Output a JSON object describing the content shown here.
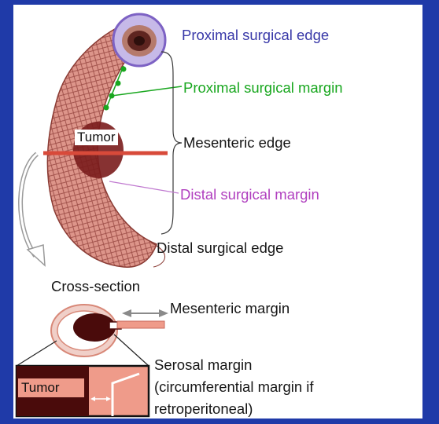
{
  "labels": {
    "proximal_edge": "Proximal surgical edge",
    "proximal_margin": "Proximal surgical margin",
    "mesenteric_edge": "Mesenteric edge",
    "tumor_main": "Tumor",
    "distal_margin": "Distal surgical margin",
    "distal_edge": "Distal surgical edge",
    "cross_section": "Cross-section",
    "mesenteric_margin": "Mesenteric margin",
    "serosal_line1": "Serosal margin",
    "serosal_line2": "(circumferential margin if",
    "serosal_line3": "retroperitoneal)",
    "tumor_inset": "Tumor"
  },
  "colors": {
    "background": "#1f3aa8",
    "panel": "#ffffff",
    "blue_label": "#3838a8",
    "green_label": "#19a71f",
    "purple_label": "#b03fbf",
    "bowel": "#d98a7c",
    "tumor": "#7a1c1c",
    "cut_line": "#d84a3a"
  }
}
